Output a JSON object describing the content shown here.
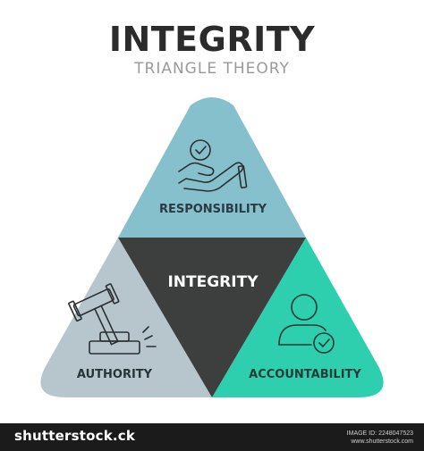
{
  "header": {
    "title": "INTEGRITY",
    "subtitle": "TRIANGLE THEORY"
  },
  "diagram": {
    "center_label": "INTEGRITY",
    "segments": [
      {
        "label": "RESPONSIBILITY",
        "icon": "hand-checkmark-icon",
        "color": "#86c0cc"
      },
      {
        "label": "AUTHORITY",
        "icon": "gavel-icon",
        "color": "#b6c6cc"
      },
      {
        "label": "ACCOUNTABILITY",
        "icon": "person-checkmark-icon",
        "color": "#2ecfae"
      }
    ],
    "center_color": "#3d3e3e"
  },
  "footer": {
    "logo": "shutterstock.ck",
    "image_id": "IMAGE ID: 2248047523",
    "site": "www.shutterstock.com"
  }
}
